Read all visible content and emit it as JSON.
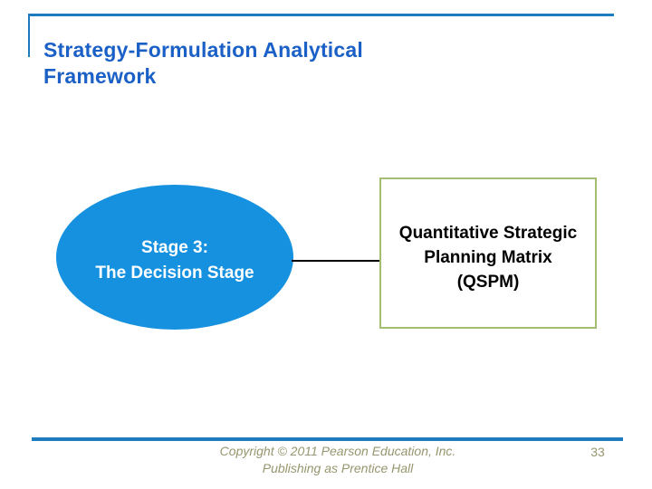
{
  "title": {
    "text": "Strategy-Formulation Analytical Framework",
    "lines": [
      "Strategy-Formulation Analytical",
      "Framework"
    ],
    "color": "#1A60C6"
  },
  "diagram": {
    "ellipse": {
      "lines": [
        "Stage 3:",
        "The Decision Stage"
      ],
      "fill_color": "#1591E0",
      "text_color": "#FFFFFF"
    },
    "connector": {
      "type": "straight-line",
      "color": "#000000"
    },
    "box": {
      "lines": [
        "Quantitative Strategic",
        "Planning Matrix",
        "(QSPM)"
      ],
      "border_color": "#A3BD73",
      "text_color": "#000000"
    }
  },
  "footer": {
    "lines": [
      "Copyright © 2011 Pearson Education, Inc.",
      "Publishing as Prentice Hall"
    ],
    "page_number": "33",
    "text_color": "#97966E"
  },
  "accents": {
    "rule_color": "#1E7BBE"
  }
}
